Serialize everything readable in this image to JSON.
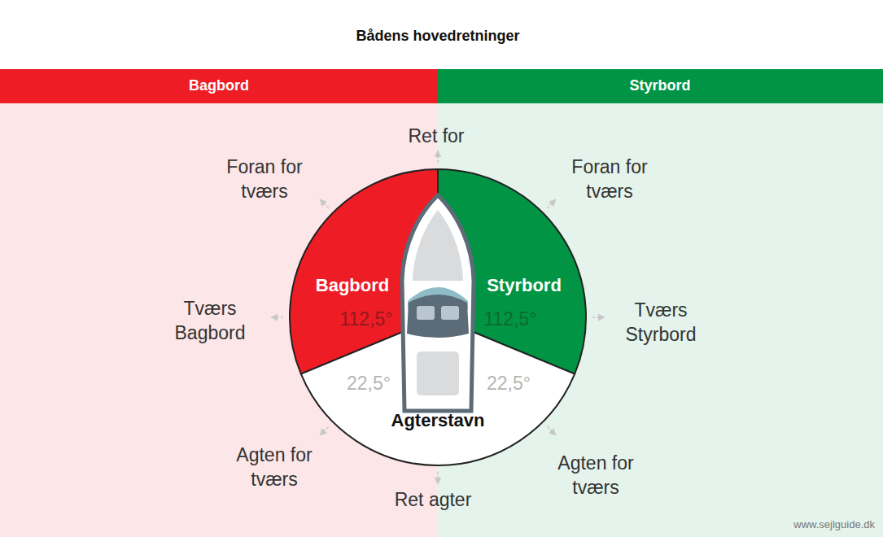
{
  "diagram": {
    "title": "Bådens hovedretninger",
    "nodes": [
      {
        "text": [
          "Bagbord"
        ]
      },
      {
        "text": [
          "Styrbord"
        ]
      },
      {
        "text": [
          "Bagbord",
          "112,5°"
        ]
      },
      {
        "text": [
          "Styrbord",
          "112,5°"
        ]
      },
      {
        "text": [
          "22,5°",
          "22,5°",
          "Agterstavn"
        ]
      }
    ],
    "labels": [
      "Ret for",
      "Foran for tværs",
      "Foran for tværs",
      "Tværs Bagbord",
      "Tværs Styrbord",
      "Agten for tværs",
      "Agten for tværs",
      "Ret agter",
      "www.sejlguide.dk"
    ]
  }
}
